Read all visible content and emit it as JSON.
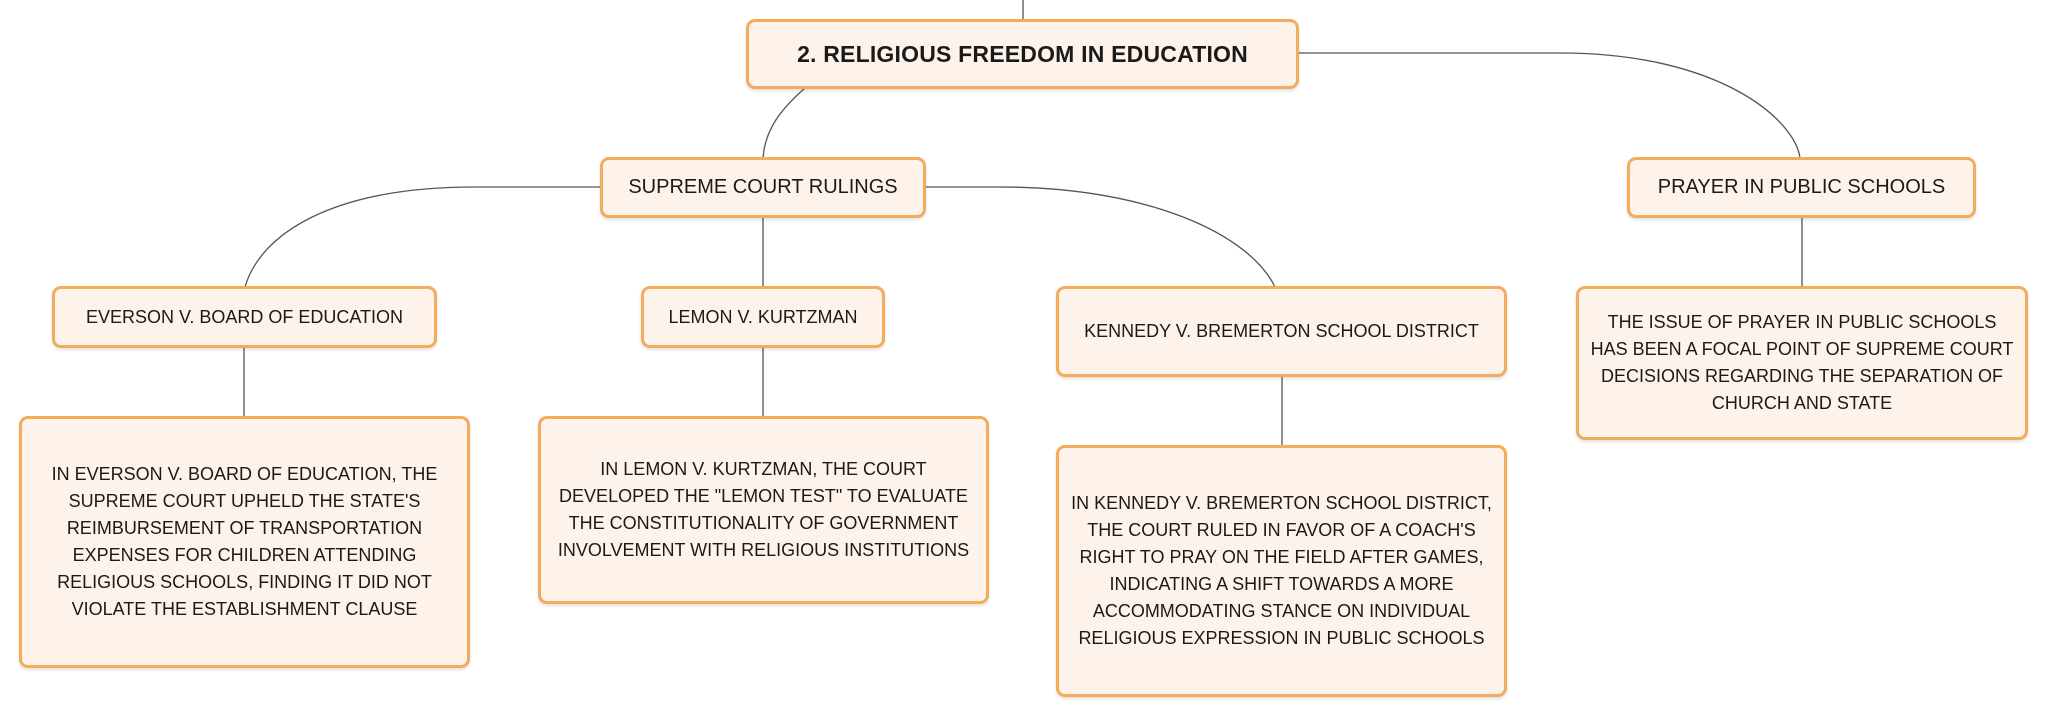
{
  "root": {
    "label": "2. RELIGIOUS FREEDOM IN EDUCATION"
  },
  "branches": {
    "supreme_court": {
      "label": "SUPREME COURT RULINGS"
    },
    "prayer": {
      "label": "PRAYER IN PUBLIC SCHOOLS"
    }
  },
  "cases": {
    "everson": {
      "label": "EVERSON V. BOARD OF EDUCATION",
      "detail": "IN EVERSON V. BOARD OF EDUCATION, THE SUPREME COURT UPHELD THE STATE'S REIMBURSEMENT OF TRANSPORTATION EXPENSES FOR CHILDREN ATTENDING RELIGIOUS SCHOOLS, FINDING IT DID NOT VIOLATE THE ESTABLISHMENT CLAUSE"
    },
    "lemon": {
      "label": "LEMON V. KURTZMAN",
      "detail": "IN LEMON V. KURTZMAN, THE COURT DEVELOPED THE \"LEMON TEST\" TO EVALUATE THE CONSTITUTIONALITY OF GOVERNMENT INVOLVEMENT WITH RELIGIOUS INSTITUTIONS"
    },
    "kennedy": {
      "label": "KENNEDY V. BREMERTON SCHOOL DISTRICT",
      "detail": "IN KENNEDY V. BREMERTON SCHOOL DISTRICT, THE COURT RULED IN FAVOR OF A COACH'S RIGHT TO PRAY ON THE FIELD AFTER GAMES, INDICATING A SHIFT TOWARDS A MORE ACCOMMODATING STANCE ON INDIVIDUAL RELIGIOUS EXPRESSION IN PUBLIC SCHOOLS"
    }
  },
  "prayer_detail": "THE ISSUE OF PRAYER IN PUBLIC SCHOOLS HAS BEEN A FOCAL POINT OF SUPREME COURT DECISIONS REGARDING THE SEPARATION OF CHURCH AND STATE",
  "colors": {
    "node_fill": "#fdf3ea",
    "node_border": "#f3ab5c",
    "edge": "#555555"
  }
}
